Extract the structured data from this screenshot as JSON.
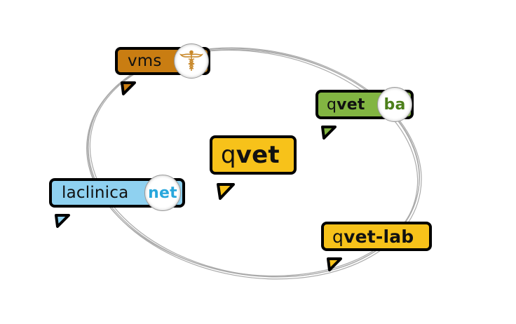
{
  "diagram": {
    "center": {
      "prefix": "q",
      "suffix": "vet",
      "color": "#f7c21a"
    },
    "nodes": [
      {
        "id": "vms",
        "label": "vms",
        "badge_icon": "caduceus-icon",
        "color": "#c97d12"
      },
      {
        "id": "qvet-ba",
        "prefix": "q",
        "suffix": "vet",
        "badge": "ba",
        "color": "#82b542",
        "badge_color": "#4c7f1a"
      },
      {
        "id": "laclinica-net",
        "label": "laclinica",
        "badge": "net",
        "color": "#8fd1f0",
        "badge_color": "#29a7dc"
      },
      {
        "id": "qvet-lab",
        "prefix": "q",
        "suffix": "vet-lab",
        "color": "#f7c21a"
      }
    ],
    "orbit": "ellipse"
  }
}
